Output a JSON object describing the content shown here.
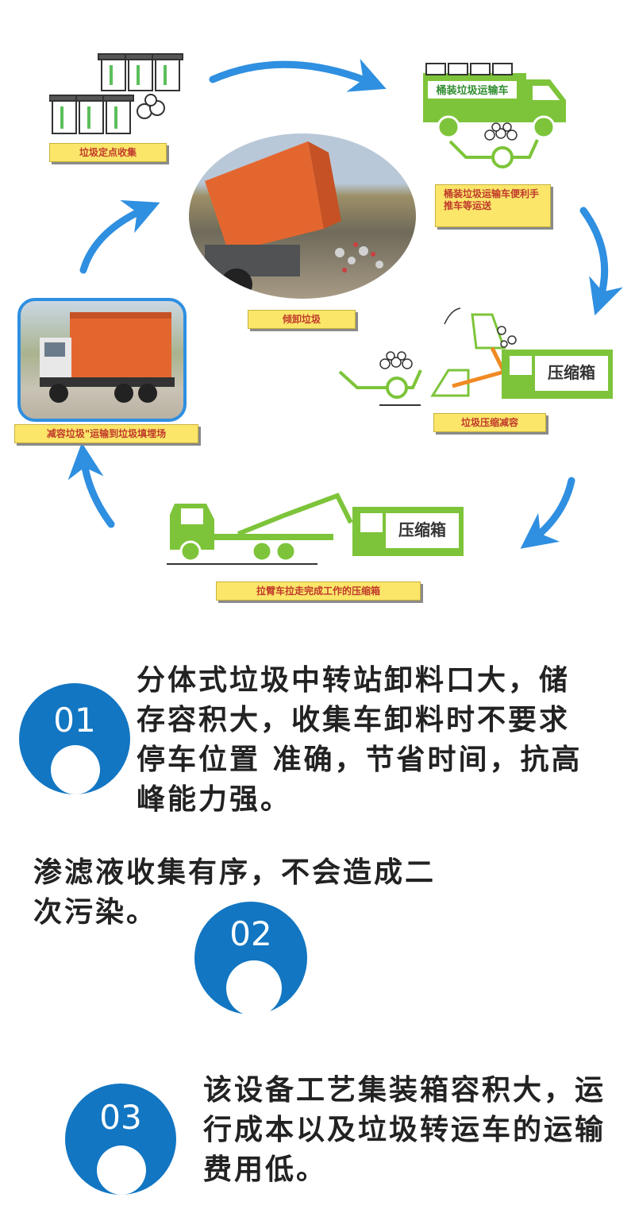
{
  "steps": {
    "collect": "垃圾定点收集",
    "transport_vehicle_sign": "桶装垃圾运输车",
    "transport": "桶装垃圾运输车便利手推车等运送",
    "dump": "倾卸垃圾",
    "compress": "垃圾压缩减容",
    "compress_box_sign": "压缩箱",
    "pull_away": "拉臂车拉走完成工作的压缩箱",
    "pull_box_sign": "压缩箱",
    "to_landfill": "减容垃圾\"运输到垃圾填埋场"
  },
  "features": [
    {
      "num": "01",
      "text": "分体式垃圾中转站卸料口大，储存容积大，收集车卸料时不要求停车位置      准确，节省时间，抗高峰能力强。"
    },
    {
      "num": "02",
      "text": "渗滤液收集有序，不会造成二次污染。"
    },
    {
      "num": "03",
      "text": "该设备工艺集装箱容积大，运行成本以及垃圾转运车的运输费用低。"
    }
  ],
  "colors": {
    "accent_blue": "#1276c2",
    "arrow_blue": "#2f8fe0",
    "truck_green": "#7dc43a",
    "label_yellow": "#fbe66a",
    "label_red": "#c0392b"
  }
}
